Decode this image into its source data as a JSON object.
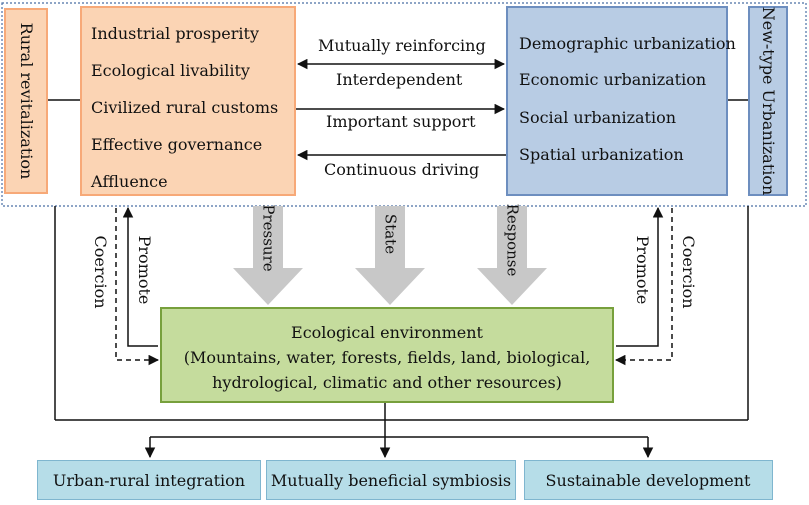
{
  "rural": {
    "title": "Rural revitalization",
    "items": [
      "Industrial prosperity",
      "Ecological livability",
      "Civilized rural customs",
      "Effective governance",
      "Affluence"
    ]
  },
  "urban": {
    "title": "New-type Urbanization",
    "items": [
      "Demographic urbanization",
      "Economic urbanization",
      "Social urbanization",
      "Spatial urbanization"
    ]
  },
  "relations": {
    "mutually_reinforcing": "Mutually reinforcing",
    "interdependent": "Interdependent",
    "important_support": "Important support",
    "continuous_driving": "Continuous driving"
  },
  "psr": {
    "pressure": "Pressure",
    "state": "State",
    "response": "Response"
  },
  "side_links": {
    "coercion": "Coercion",
    "promote": "Promote"
  },
  "ecology": {
    "lines": [
      "Ecological environment",
      "(Mountains, water, forests, fields, land, biological,",
      "hydrological, climatic and other resources)"
    ]
  },
  "outcomes": [
    "Urban-rural integration",
    "Mutually beneficial symbiosis",
    "Sustainable development"
  ],
  "colors": {
    "rural_fill": "#fbd4b4",
    "rural_border": "#f7a978",
    "urban_fill": "#b8cce4",
    "urban_border": "#6d8ebf",
    "eco_fill": "#c5dc9d",
    "eco_border": "#77a03c",
    "outcome_fill": "#b6dde8",
    "psr_arrow": "#c8c8c8"
  }
}
